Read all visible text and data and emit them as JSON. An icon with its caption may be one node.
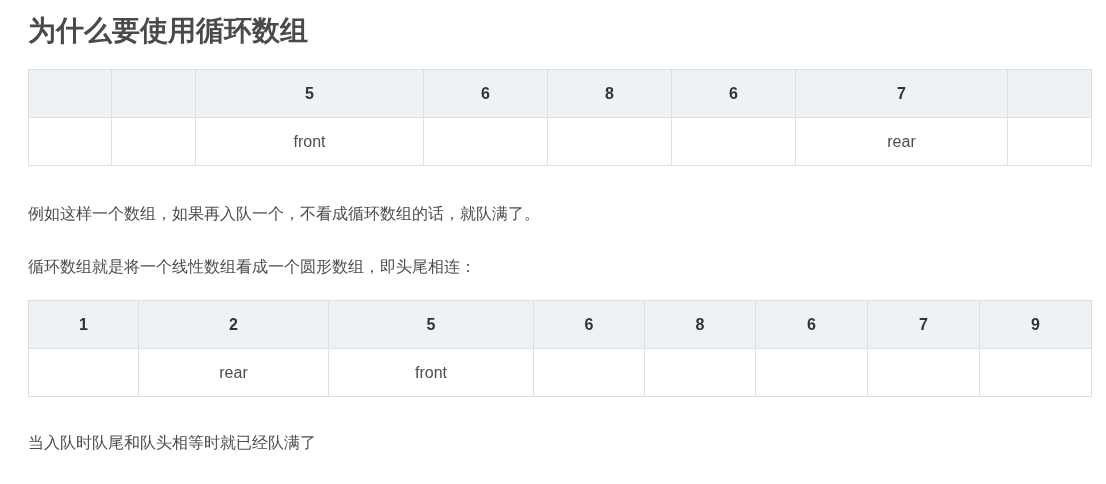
{
  "diagram": {
    "title": "为什么要使用循环数组",
    "labels": [
      "5",
      "6",
      "8",
      "6",
      "7",
      "front",
      "rear",
      "例如这样一个数组，如果再入队一个，不看成循环数组的话，就队满了。",
      "循环数组就是将一个线性数组看成一个圆形数组，即头尾相连：",
      "1",
      "2",
      "5",
      "6",
      "8",
      "6",
      "7",
      "9",
      "rear",
      "front",
      "当入队时队尾和队头相等时就已经队满了"
    ]
  }
}
